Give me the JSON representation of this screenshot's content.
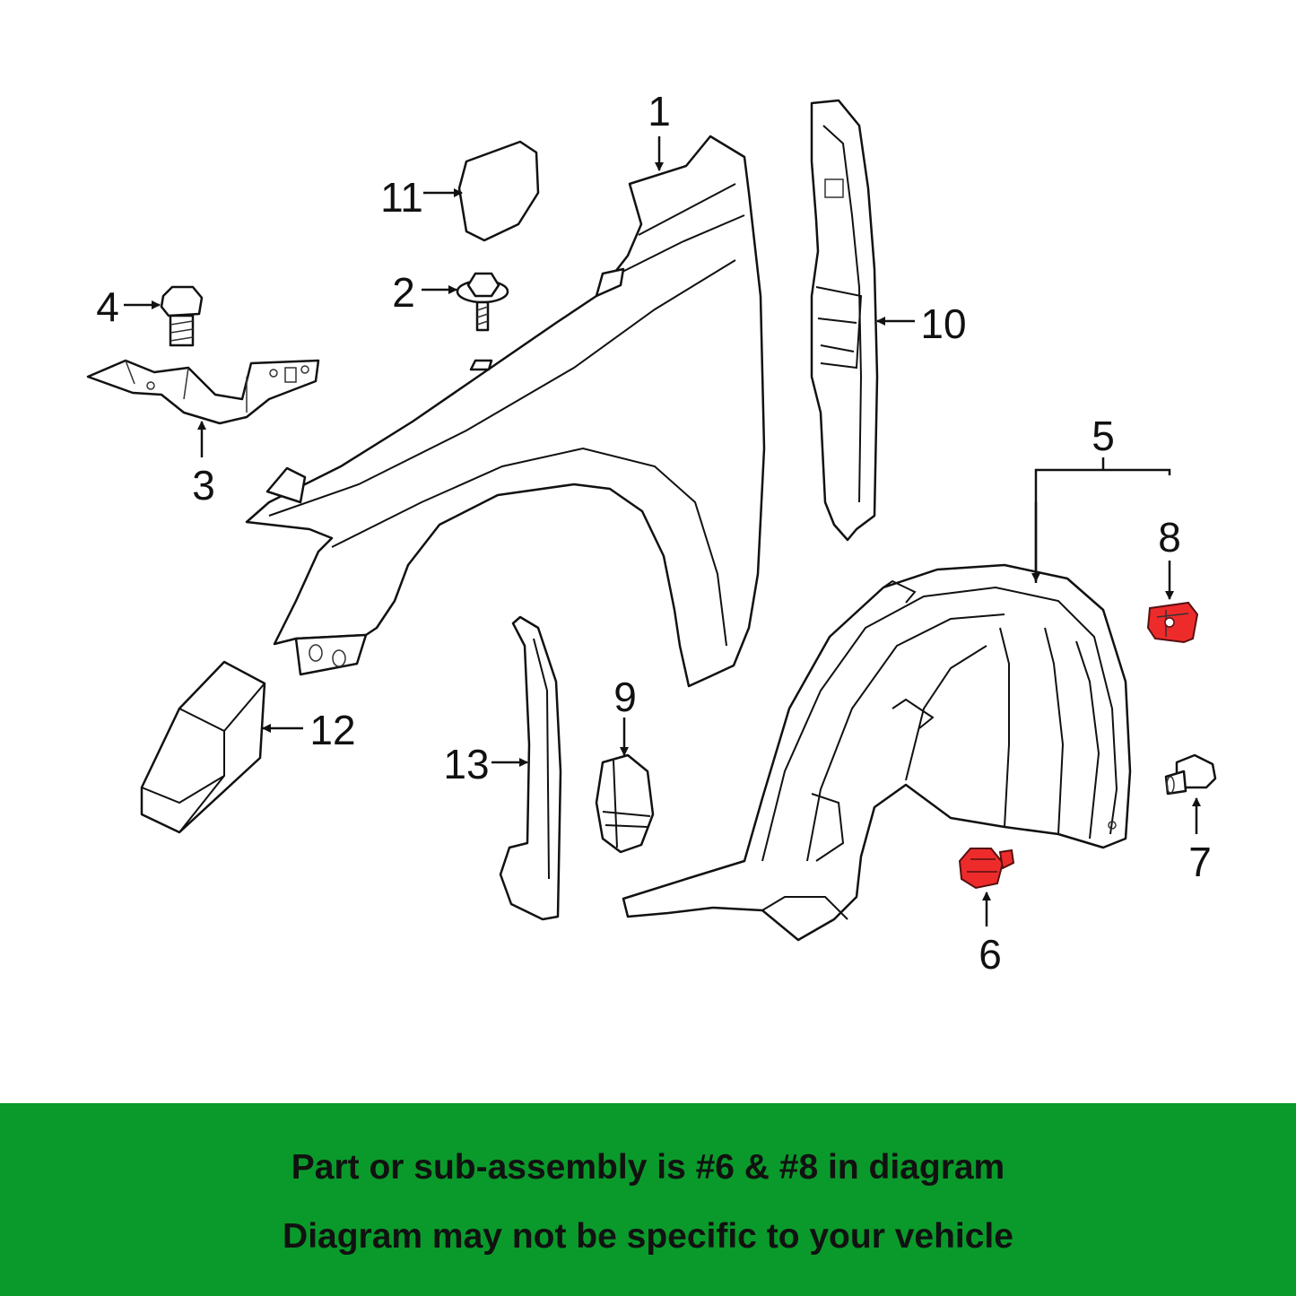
{
  "callouts": {
    "c1": "1",
    "c2": "2",
    "c3": "3",
    "c4": "4",
    "c5": "5",
    "c6": "6",
    "c7": "7",
    "c8": "8",
    "c9": "9",
    "c10": "10",
    "c11": "11",
    "c12": "12",
    "c13": "13"
  },
  "colors": {
    "highlight": "#ee2b2b",
    "banner": "#0a9a2b"
  },
  "banner": {
    "line1": "Part or sub-assembly is #6 & #8 in diagram",
    "line2": "Diagram may not be specific to your vehicle"
  }
}
